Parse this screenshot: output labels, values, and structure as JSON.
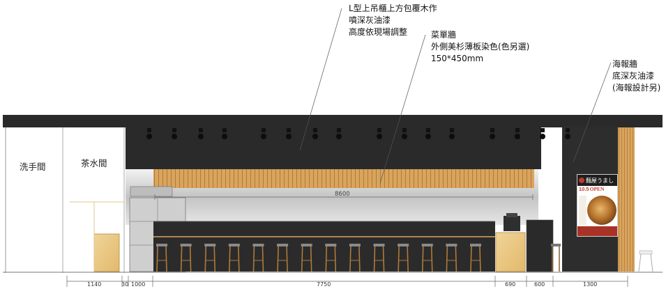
{
  "annotations": {
    "cabinet": [
      "L型上吊櫃上方包覆木作",
      "噴深灰油漆",
      "高度依現場調整"
    ],
    "menu_wall": [
      "菜單牆",
      "外側美杉薄板染色(色另選)",
      "150*450mm"
    ],
    "poster_wall": [
      "海報牆",
      "底深灰油漆",
      "(海報設計另)"
    ]
  },
  "rooms": {
    "washroom": "洗手間",
    "tea_room": "茶水間"
  },
  "overall_dimension": "8600",
  "dimensions": [
    "1140",
    "30",
    "1000",
    "7750",
    "690",
    "600",
    "1300"
  ],
  "poster": {
    "brand": "麵屋うまし",
    "date_text": "10.5",
    "open_text": "OPEN"
  },
  "colors": {
    "soffit": "#2a2a2a",
    "wood": "#d9a45c",
    "steel": "#c9c9c9",
    "counter": "#2b2b2b"
  },
  "stool_count": 14,
  "track_light_count": 17
}
